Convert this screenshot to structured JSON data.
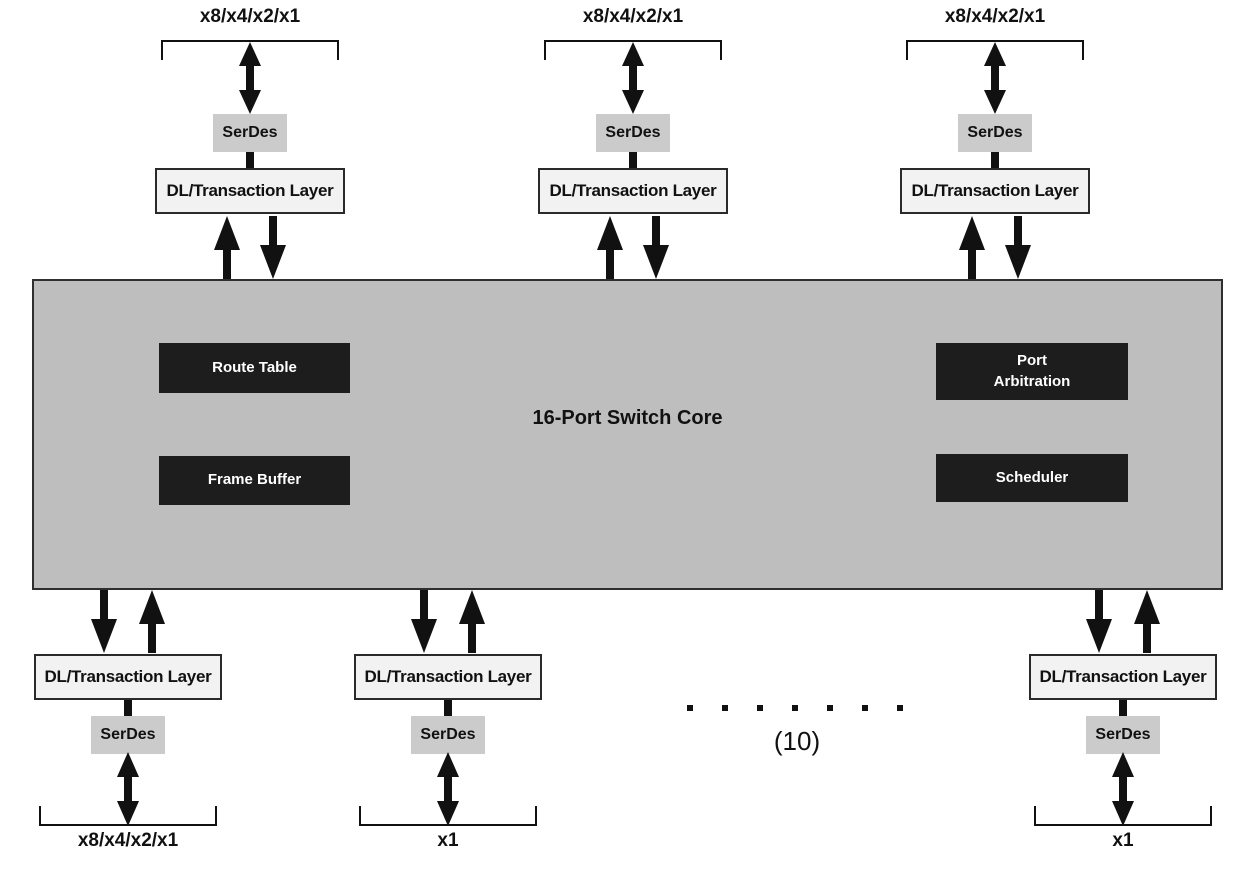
{
  "diagram_title": "16-Port Switch Core",
  "core": {
    "label": "16-Port Switch Core",
    "blocks": {
      "route_table": "Route Table",
      "frame_buffer": "Frame Buffer",
      "port_arbitration": "Port Arbitration",
      "scheduler": "Scheduler"
    }
  },
  "ports_top": [
    {
      "lane": "x8/x4/x2/x1",
      "serdes": "SerDes",
      "dl": "DL/Transaction Layer"
    },
    {
      "lane": "x8/x4/x2/x1",
      "serdes": "SerDes",
      "dl": "DL/Transaction Layer"
    },
    {
      "lane": "x8/x4/x2/x1",
      "serdes": "SerDes",
      "dl": "DL/Transaction Layer"
    }
  ],
  "ports_bottom": [
    {
      "lane": "x8/x4/x2/x1",
      "serdes": "SerDes",
      "dl": "DL/Transaction Layer"
    },
    {
      "lane": "x1",
      "serdes": "SerDes",
      "dl": "DL/Transaction Layer"
    },
    {
      "lane": "x1",
      "serdes": "SerDes",
      "dl": "DL/Transaction Layer"
    }
  ],
  "ellipsis": {
    "label": "(10)",
    "dot_count": 7
  },
  "colors": {
    "core_fill": "#bebebe",
    "core_border": "#2f2f2f",
    "serdes_fill": "#cbcbcb",
    "dl_fill": "#f2f2f2",
    "block_fill": "#1d1d1d",
    "block_text": "#ffffff",
    "arrow": "#111111",
    "background": "#ffffff"
  }
}
